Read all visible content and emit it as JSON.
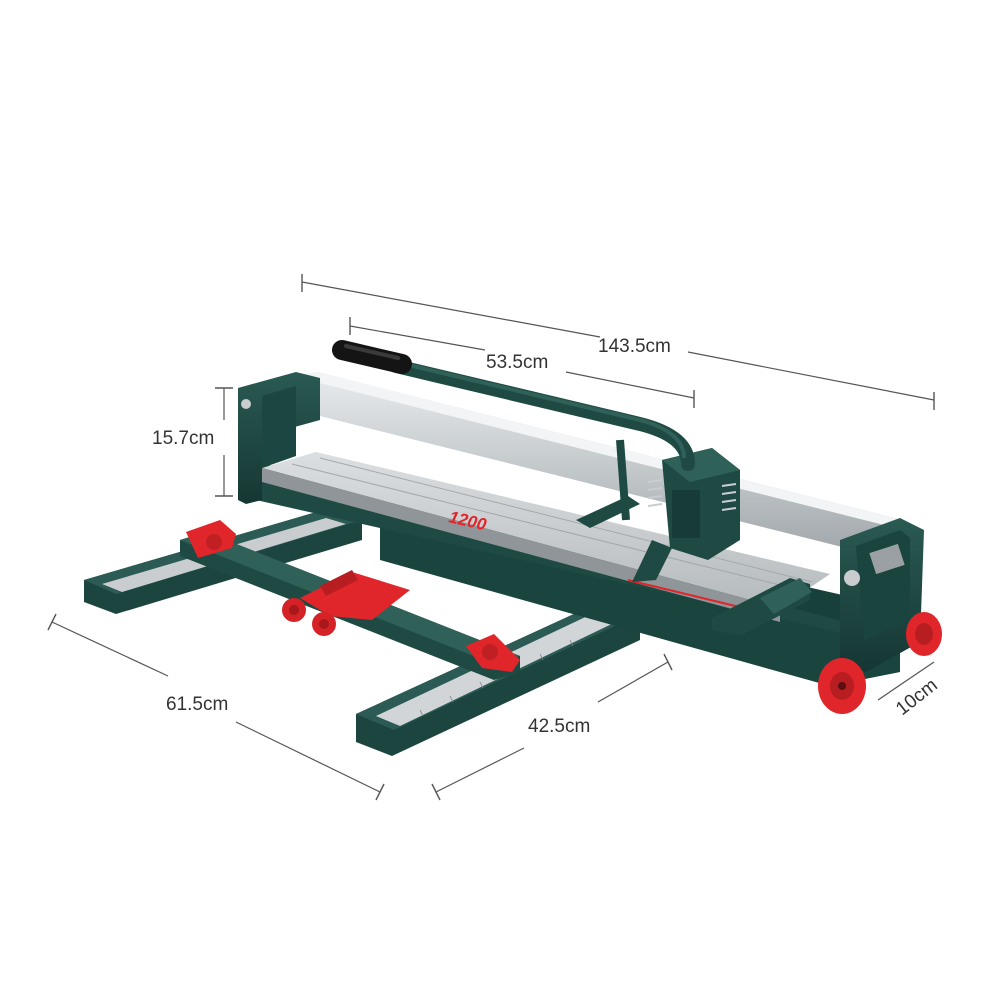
{
  "dimensions": {
    "overall_length": "143.5cm",
    "handle_length": "53.5cm",
    "height": "15.7cm",
    "base_depth": "61.5cm",
    "base_width": "42.5cm",
    "wheel_size": "10cm"
  },
  "product": {
    "rail_marking": "1200",
    "icon": "tile-cutter-icon"
  },
  "colors": {
    "frame_green": "#1f4a44",
    "frame_green_dark": "#163733",
    "accent_red": "#e0262a",
    "rail_silver": "#c9cdd0",
    "background": "#ffffff"
  }
}
